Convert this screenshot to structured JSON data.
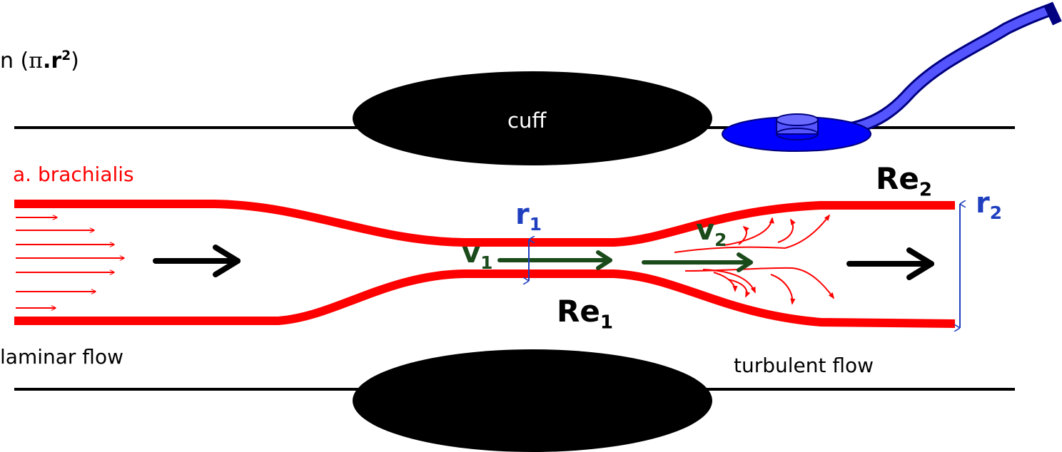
{
  "formula": {
    "prefix": "n (",
    "pi": "π",
    "dot_r": ".r",
    "exponent": "2",
    "suffix": ")"
  },
  "labels": {
    "cuff": "cuff",
    "artery": "a. brachialis",
    "laminar": "laminar flow",
    "turbulent": "turbulent flow"
  },
  "symbols": {
    "re1_base": "Re",
    "re1_sub": "1",
    "re2_base": "Re",
    "re2_sub": "2",
    "r1_base": "r",
    "r1_sub": "1",
    "r2_base": "r",
    "r2_sub": "2",
    "v1_base": "v",
    "v1_sub": "1",
    "v2_base": "v",
    "v2_sub": "2"
  },
  "colors": {
    "vessel": "#ff0000",
    "cuff": "#000000",
    "stethoscope": "#0000ff",
    "tube": "#5555ff",
    "radius": "#1f3fbf",
    "velocity": "#1b4a1b",
    "flow_arrow": "#000000"
  },
  "icons": {
    "stethoscope": "stethoscope-icon"
  }
}
